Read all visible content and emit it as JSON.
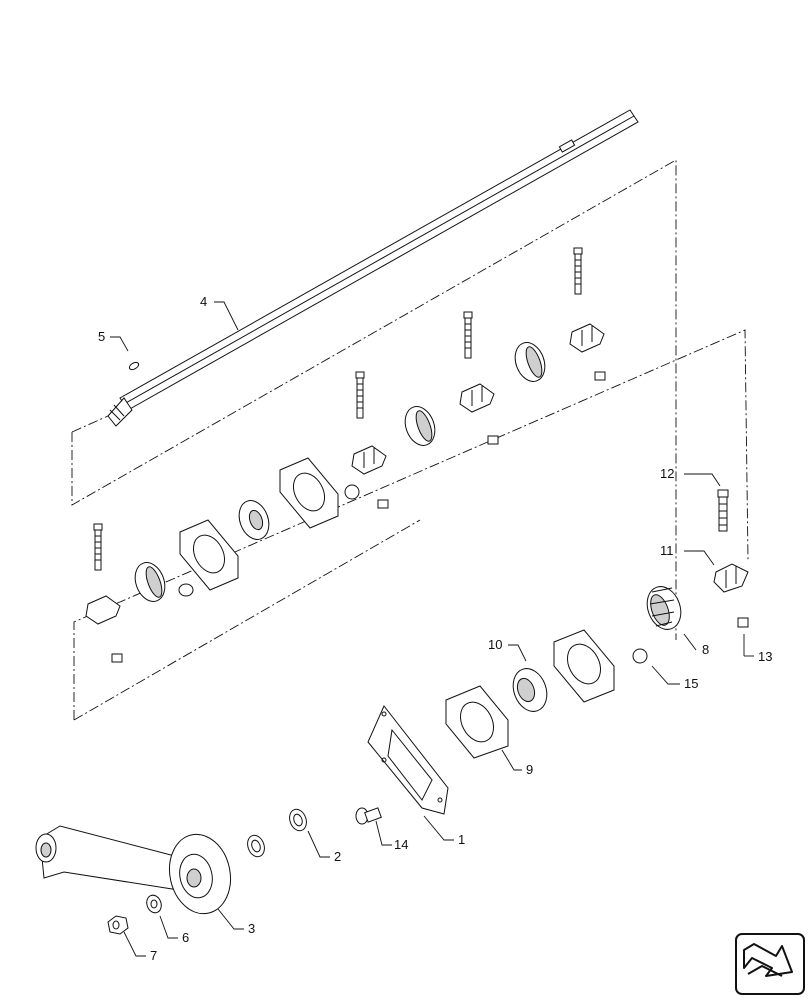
{
  "callouts": {
    "c1": "1",
    "c2": "2",
    "c3": "3",
    "c4": "4",
    "c5": "5",
    "c6": "6",
    "c7": "7",
    "c8": "8",
    "c9": "9",
    "c10": "10",
    "c11": "11",
    "c12": "12",
    "c13": "13",
    "c14": "14",
    "c15": "15"
  },
  "nav_icon": "next-page-arrow-icon"
}
